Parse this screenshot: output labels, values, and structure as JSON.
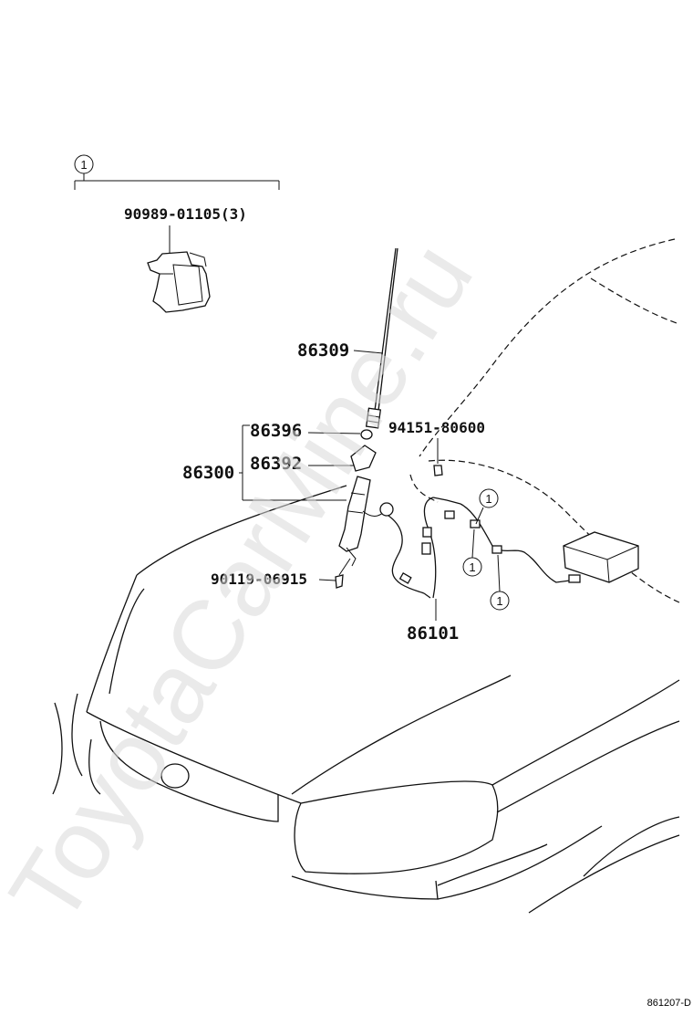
{
  "diagram": {
    "labels": {
      "clip_part": "90989-01105(3)",
      "antenna_mast": "86309",
      "antenna_nut": "86396",
      "antenna_assy": "86300",
      "antenna_cap": "86392",
      "screw": "90119-06915",
      "bolt": "94151-80600",
      "cord": "86101"
    },
    "callout_number": "1",
    "watermark": "ToyotaCarMine.ru",
    "drawing_code": "861207-D"
  }
}
